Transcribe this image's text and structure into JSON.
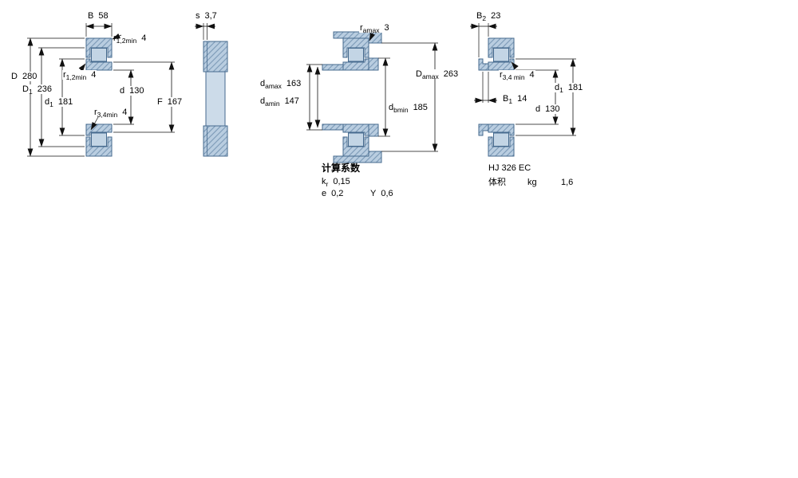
{
  "drawing1": {
    "B": {
      "main": "B",
      "value": "58"
    },
    "r12_top": {
      "main": "r",
      "sub": "1,2min",
      "value": "4"
    },
    "D": {
      "main": "D",
      "value": "280"
    },
    "D1": {
      "main": "D",
      "sub": "1",
      "value": "236"
    },
    "r12_mid": {
      "main": "r",
      "sub": "1,2min",
      "value": "4"
    },
    "d1": {
      "main": "d",
      "sub": "1",
      "value": "181"
    },
    "r34": {
      "main": "r",
      "sub": "3,4min",
      "value": "4"
    },
    "d": {
      "main": "d",
      "value": "130"
    },
    "F": {
      "main": "F",
      "value": "167"
    }
  },
  "drawing2": {
    "s": {
      "main": "s",
      "value": "3,7"
    }
  },
  "drawing3": {
    "ra_max": {
      "main": "r",
      "sub": "amax",
      "value": "3"
    },
    "da_max": {
      "main": "d",
      "sub": "amax",
      "value": "163"
    },
    "da_min": {
      "main": "d",
      "sub": "amin",
      "value": "147"
    },
    "Da_max": {
      "main": "D",
      "sub": "amax",
      "value": "263"
    },
    "db_min": {
      "main": "d",
      "sub": "bmin",
      "value": "185"
    }
  },
  "drawing4": {
    "B2": {
      "main": "B",
      "sub": "2",
      "value": "23"
    },
    "r34": {
      "main": "r",
      "sub": "3,4 min",
      "value": "4"
    },
    "B1": {
      "main": "B",
      "sub": "1",
      "value": "14"
    },
    "d1": {
      "main": "d",
      "sub": "1",
      "value": "181"
    },
    "d": {
      "main": "d",
      "value": "130"
    }
  },
  "calc": {
    "title": "计算系数",
    "kr": {
      "main": "k",
      "sub": "r",
      "value": "0,15"
    },
    "e": {
      "main": "e",
      "value": "0,2"
    },
    "Y": {
      "main": "Y",
      "value": "0,6"
    }
  },
  "hj": {
    "designation": "HJ 326 EC",
    "mass_label": "体积",
    "mass_unit": "kg",
    "mass_value": "1,6"
  },
  "colors": {
    "bearing_fill": "#b9cde0",
    "bearing_stroke": "#466a8e",
    "dimension_line": "#111111"
  }
}
